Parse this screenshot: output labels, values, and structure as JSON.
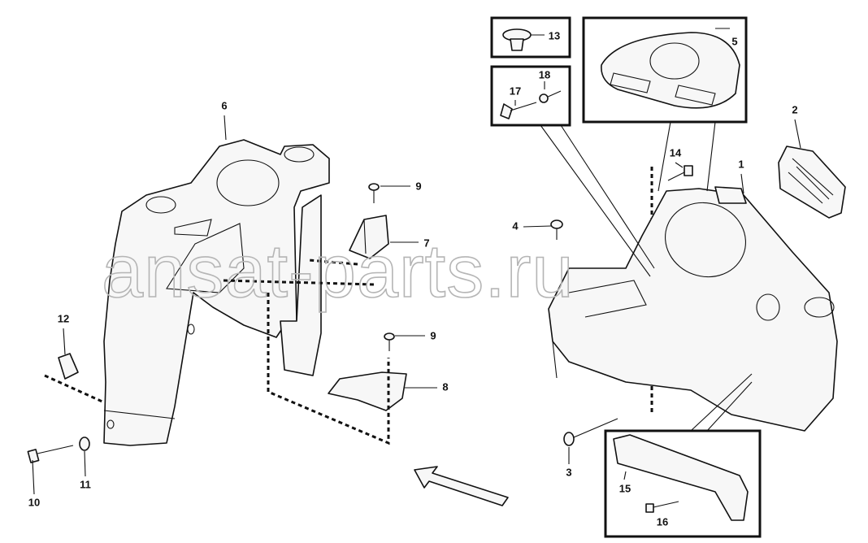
{
  "watermark": "ansat-parts.ru",
  "callouts": {
    "c1": "1",
    "c2": "2",
    "c3": "3",
    "c4": "4",
    "c5": "5",
    "c6": "6",
    "c7": "7",
    "c8": "8",
    "c9a": "9",
    "c9b": "9",
    "c10": "10",
    "c11": "11",
    "c12": "12",
    "c13": "13",
    "c14": "14",
    "c15": "15",
    "c16": "16",
    "c17": "17",
    "c18": "18"
  },
  "icons": {
    "view_direction": "arrow-icon"
  }
}
